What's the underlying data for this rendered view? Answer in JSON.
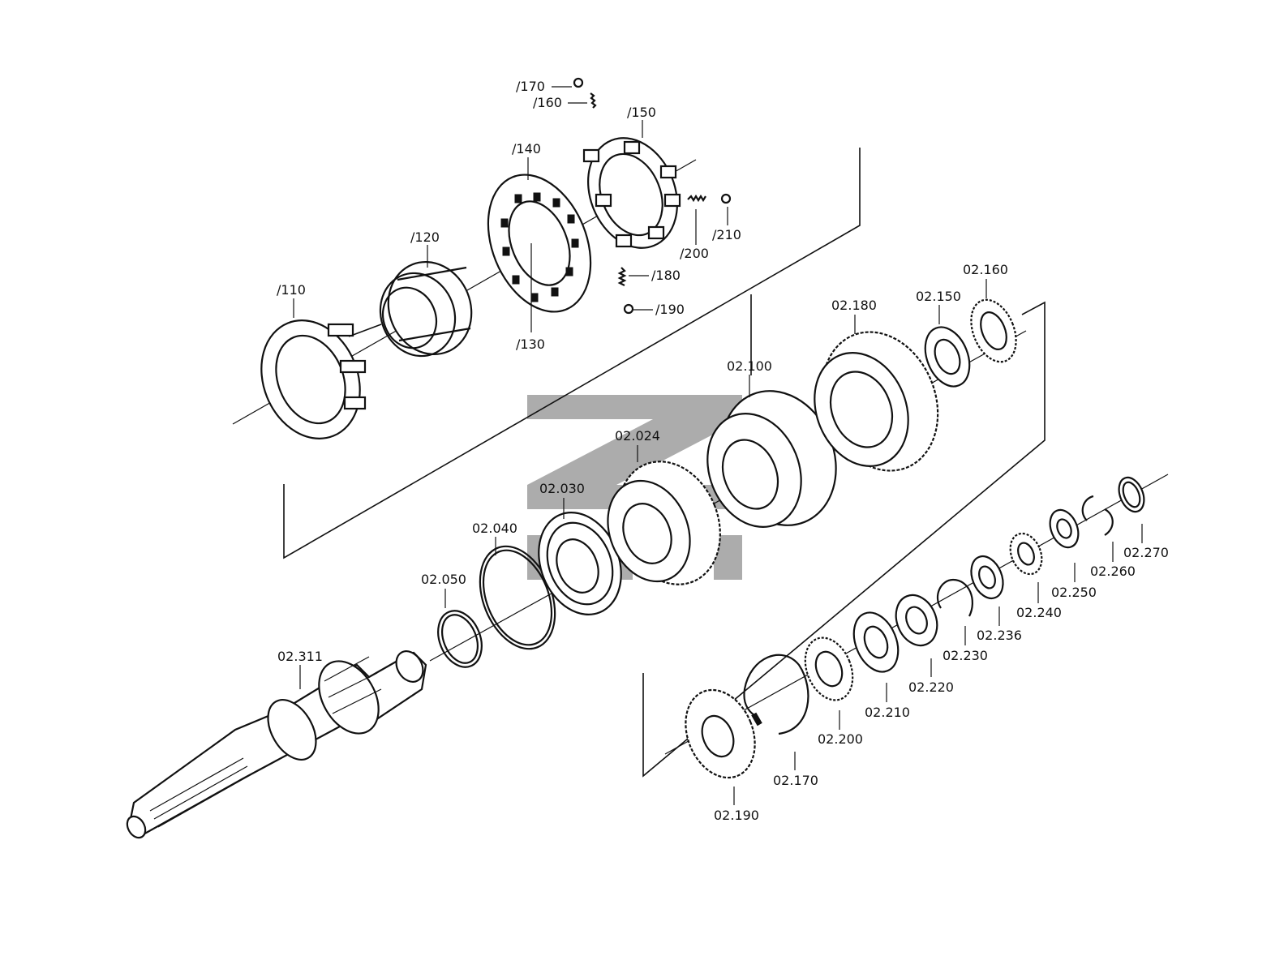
{
  "watermark": {
    "letters": "ZHM",
    "color": "#9e9e9e"
  },
  "labels": {
    "p110": "/110",
    "p120": "/120",
    "p130": "/130",
    "p140": "/140",
    "p150": "/150",
    "p160": "/160",
    "p170": "/170",
    "p180": "/180",
    "p190": "/190",
    "p200": "/200",
    "p210": "/210",
    "p02_024": "02.024",
    "p02_030": "02.030",
    "p02_040": "02.040",
    "p02_050": "02.050",
    "p02_100": "02.100",
    "p02_150": "02.150",
    "p02_160": "02.160",
    "p02_180": "02.180",
    "p02_311": "02.311",
    "p02_170": "02.170",
    "p02_190": "02.190",
    "p02_200": "02.200",
    "p02_210": "02.210",
    "p02_220": "02.220",
    "p02_230": "02.230",
    "p02_236": "02.236",
    "p02_240": "02.240",
    "p02_250": "02.250",
    "p02_260": "02.260",
    "p02_270": "02.270"
  },
  "colors": {
    "line": "#111111",
    "background": "#ffffff",
    "watermark": "#9e9e9e"
  }
}
